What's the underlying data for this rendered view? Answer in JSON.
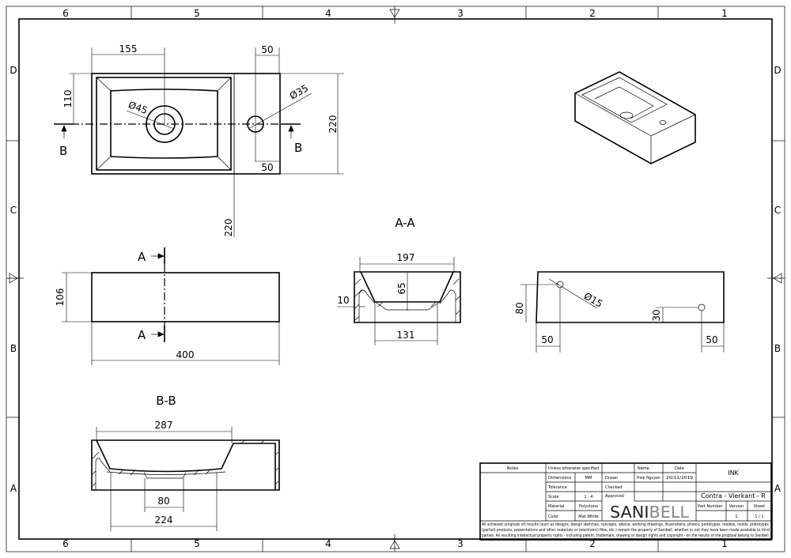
{
  "frame": {
    "columns": [
      "6",
      "5",
      "4",
      "3",
      "2",
      "1"
    ],
    "rows": [
      "D",
      "C",
      "B",
      "A"
    ]
  },
  "views": {
    "section_aa": "A-A",
    "section_bb": "B-B",
    "cut_a": "A",
    "cut_b": "B"
  },
  "dimensions": {
    "top": {
      "d155": "155",
      "d50a": "50",
      "d110": "110",
      "dia45": "Ø45",
      "dia35": "Ø35",
      "d220": "220",
      "d50b": "50",
      "d220b": "220"
    },
    "front": {
      "d106": "106",
      "d400": "400"
    },
    "aa": {
      "d197": "197",
      "d65": "65",
      "d10": "10",
      "d131": "131"
    },
    "side": {
      "dia15": "Ø15",
      "d80": "80",
      "d30": "30",
      "d50a": "50",
      "d50b": "50"
    },
    "bb": {
      "d287": "287",
      "d80": "80",
      "d224": "224"
    }
  },
  "title_block": {
    "notes": "Notes",
    "unless": "Unless otherwise specified",
    "name": "Name",
    "date": "Date",
    "ink": "INK",
    "dimensions_label": "Dimensions",
    "dimensions_value": "MM",
    "drawn": "Drawn",
    "drawn_name": "Hiep Nguyen",
    "drawn_date": "20/11/2019",
    "tolerance_label": "Tolerance",
    "checked": "Checked",
    "scale_label": "Scale",
    "scale_value": "1 : 4",
    "approved": "Approved",
    "product": "Contra - Vierkant - R",
    "material_label": "Material",
    "material_value": "Polystone",
    "part_number": "Part Number",
    "version": "Version",
    "sheet": "Sheet",
    "color_label": "Color",
    "color_value": "Mat White",
    "version_value": "1",
    "sheet_value": "1 / 1",
    "logo_a": "SANI",
    "logo_b": "BELL",
    "disclaimer": [
      "All achieved (originals of) results (such as designs, design sketches, concepts, advice, working drawings, illustrations, photos, prototypes, models, molds, prototypes,",
      "(partial) products, presentations and other materials or (electronic) files, etc.) remain the property of Sanibell, whether or not they have been made available to third",
      "parties. All resulting intellectual property rights - including patent, trademark, drawing or design rights and copyright - on the results of the proposal belong to Sanibell."
    ]
  }
}
